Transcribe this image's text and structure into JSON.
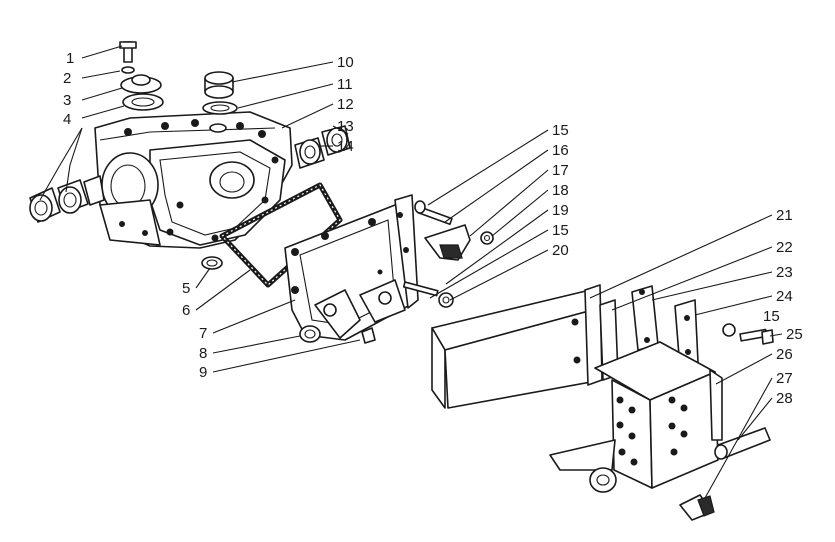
{
  "callouts": [
    {
      "id": "c1",
      "text": "1"
    },
    {
      "id": "c2",
      "text": "2"
    },
    {
      "id": "c3",
      "text": "3"
    },
    {
      "id": "c4",
      "text": "4"
    },
    {
      "id": "c5",
      "text": "5"
    },
    {
      "id": "c6",
      "text": "6"
    },
    {
      "id": "c7",
      "text": "7"
    },
    {
      "id": "c8",
      "text": "8"
    },
    {
      "id": "c9",
      "text": "9"
    },
    {
      "id": "c10",
      "text": "10"
    },
    {
      "id": "c11",
      "text": "11"
    },
    {
      "id": "c12",
      "text": "12"
    },
    {
      "id": "c13",
      "text": "13"
    },
    {
      "id": "c14",
      "text": "14"
    },
    {
      "id": "c15a",
      "text": "15"
    },
    {
      "id": "c16",
      "text": "16"
    },
    {
      "id": "c17",
      "text": "17"
    },
    {
      "id": "c18",
      "text": "18"
    },
    {
      "id": "c19",
      "text": "19"
    },
    {
      "id": "c15b",
      "text": "15"
    },
    {
      "id": "c20",
      "text": "20"
    },
    {
      "id": "c21",
      "text": "21"
    },
    {
      "id": "c22",
      "text": "22"
    },
    {
      "id": "c23",
      "text": "23"
    },
    {
      "id": "c24",
      "text": "24"
    },
    {
      "id": "c15c",
      "text": "15"
    },
    {
      "id": "c25",
      "text": "25"
    },
    {
      "id": "c26",
      "text": "26"
    },
    {
      "id": "c27",
      "text": "27"
    },
    {
      "id": "c28",
      "text": "28"
    }
  ]
}
